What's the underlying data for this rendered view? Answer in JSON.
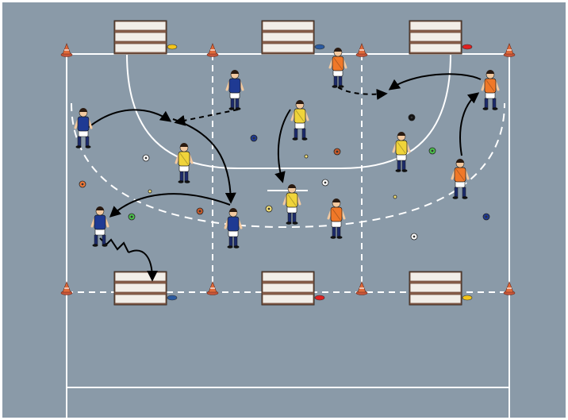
{
  "diagram": {
    "pitch_color": "#8a9aa8",
    "frame_color": "#ffffff",
    "line_color": "#ffffff",
    "arrow_color": "#000000",
    "team_colors": {
      "blue": "#1f3a93",
      "yellow": "#f0d43a",
      "orange": "#f07828",
      "sock": "#1c2b6b",
      "skin": "#f2c9a0"
    },
    "benches": [
      {
        "id": "bench-top-left",
        "marker_color": "#f5c518"
      },
      {
        "id": "bench-top-center",
        "marker_color": "#2a5aa0"
      },
      {
        "id": "bench-top-right",
        "marker_color": "#e02020"
      },
      {
        "id": "bench-bottom-left",
        "marker_color": "#2a5aa0"
      },
      {
        "id": "bench-bottom-center",
        "marker_color": "#e02020"
      },
      {
        "id": "bench-bottom-right",
        "marker_color": "#f5c518"
      }
    ],
    "cone_icon": "cone-icon",
    "ball_icon": "ball-icon",
    "player_icon": "player-icon"
  }
}
